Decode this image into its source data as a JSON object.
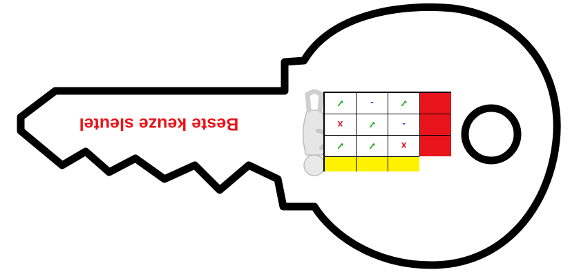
{
  "label": "Beste keuze sleutel",
  "grid": {
    "rows": [
      [
        "✓",
        "-",
        "✓"
      ],
      [
        "x",
        "✓",
        "-"
      ],
      [
        "✓",
        "✓",
        "x"
      ]
    ]
  },
  "colors": {
    "key_outline": "#000000",
    "key_fill": "#ffffff",
    "label_text": "#e8141b",
    "check": "#22aa22",
    "dash": "#1a57c8",
    "cross": "#e8141b",
    "row_marker": "#e8141b",
    "bottom_bar": "#fff200"
  },
  "icons": {
    "figure": "thinking-person-figure-icon",
    "check": "check-icon",
    "cross": "x-icon",
    "dash": "dash-icon"
  }
}
